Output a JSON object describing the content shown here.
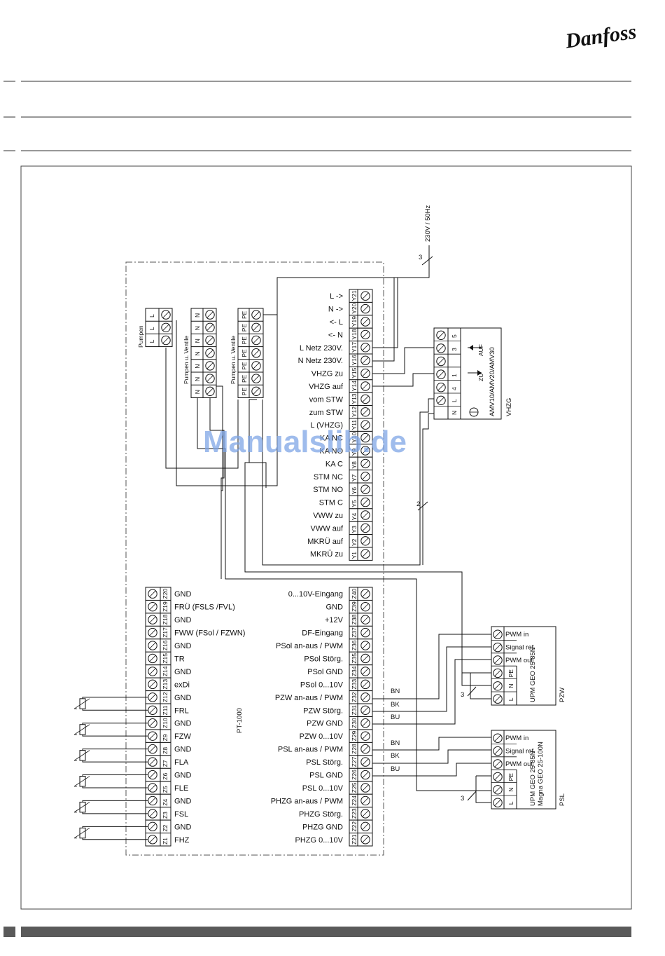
{
  "brand": {
    "logo_text": "Danfoss"
  },
  "watermark": "Manualslib.de",
  "supply": {
    "label": "230V / 50Hz",
    "count": "3"
  },
  "pt1000_label": "PT-1000",
  "mid_cable_count": "2",
  "colors": {
    "frame": "#444444",
    "line": "#111111",
    "footer_bar": "#5a5a5a",
    "watermark": "#7fa6e6"
  },
  "pump_blocks": [
    {
      "title": "Pumpen",
      "terminals": [
        "L",
        "L",
        "L"
      ]
    },
    {
      "title": "Pumpen u. Ventile",
      "terminals": [
        "N",
        "N",
        "N",
        "N",
        "N",
        "N",
        "N"
      ]
    },
    {
      "title": "Pumpen u. Ventile",
      "terminals": [
        "PE",
        "PE",
        "PE",
        "PE",
        "PE",
        "PE",
        "PE"
      ]
    }
  ],
  "y_terminals": [
    {
      "id": "Y21",
      "label": "L ->"
    },
    {
      "id": "Y20",
      "label": "N ->"
    },
    {
      "id": "Y19",
      "label": "<- L"
    },
    {
      "id": "Y18",
      "label": "<- N"
    },
    {
      "id": "Y17",
      "label": "L Netz 230V."
    },
    {
      "id": "Y16",
      "label": "N Netz 230V."
    },
    {
      "id": "Y15",
      "label": "VHZG zu"
    },
    {
      "id": "Y14",
      "label": "VHZG auf"
    },
    {
      "id": "Y13",
      "label": "vom STW"
    },
    {
      "id": "Y12",
      "label": "zum STW"
    },
    {
      "id": "Y11",
      "label": "L (VHZG)"
    },
    {
      "id": "Y10",
      "label": "KA NC"
    },
    {
      "id": "Y9",
      "label": "KA NO"
    },
    {
      "id": "Y8",
      "label": "KA C"
    },
    {
      "id": "Y7",
      "label": "STM NC"
    },
    {
      "id": "Y6",
      "label": "STM NO"
    },
    {
      "id": "Y5",
      "label": "STM C"
    },
    {
      "id": "Y4",
      "label": "VWW zu"
    },
    {
      "id": "Y3",
      "label": "VWW auf"
    },
    {
      "id": "Y2",
      "label": "MKRÜ auf"
    },
    {
      "id": "Y1",
      "label": "MKRÜ zu"
    }
  ],
  "z_left_terminals": [
    {
      "id": "Z20",
      "label": "GND"
    },
    {
      "id": "Z19",
      "label": "FRÜ (FSLS /FVL)"
    },
    {
      "id": "Z18",
      "label": "GND"
    },
    {
      "id": "Z17",
      "label": "FWW (FSol / FZWN)"
    },
    {
      "id": "Z16",
      "label": "GND"
    },
    {
      "id": "Z15",
      "label": "TR"
    },
    {
      "id": "Z14",
      "label": "GND"
    },
    {
      "id": "Z13",
      "label": "exDi"
    },
    {
      "id": "Z12",
      "label": "GND"
    },
    {
      "id": "Z11",
      "label": "FRL"
    },
    {
      "id": "Z10",
      "label": "GND"
    },
    {
      "id": "Z9",
      "label": "FZW"
    },
    {
      "id": "Z8",
      "label": "GND"
    },
    {
      "id": "Z7",
      "label": "FLA"
    },
    {
      "id": "Z6",
      "label": "GND"
    },
    {
      "id": "Z5",
      "label": "FLE"
    },
    {
      "id": "Z4",
      "label": "GND"
    },
    {
      "id": "Z3",
      "label": "FSL"
    },
    {
      "id": "Z2",
      "label": "GND"
    },
    {
      "id": "Z1",
      "label": "FHZ"
    }
  ],
  "z_right_terminals": [
    {
      "id": "Z40",
      "label": "0...10V-Eingang"
    },
    {
      "id": "Z39",
      "label": "GND"
    },
    {
      "id": "Z38",
      "label": "+12V"
    },
    {
      "id": "Z37",
      "label": "DF-Eingang"
    },
    {
      "id": "Z36",
      "label": "PSol an-aus / PWM"
    },
    {
      "id": "Z35",
      "label": "PSol Störg."
    },
    {
      "id": "Z34",
      "label": "PSol GND"
    },
    {
      "id": "Z33",
      "label": "PSol 0...10V"
    },
    {
      "id": "Z32",
      "label": "PZW an-aus / PWM"
    },
    {
      "id": "Z31",
      "label": "PZW Störg."
    },
    {
      "id": "Z30",
      "label": "PZW GND"
    },
    {
      "id": "Z29",
      "label": "PZW 0...10V"
    },
    {
      "id": "Z28",
      "label": "PSL an-aus / PWM"
    },
    {
      "id": "Z27",
      "label": "PSL Störg."
    },
    {
      "id": "Z26",
      "label": "PSL GND"
    },
    {
      "id": "Z25",
      "label": "PSL 0...10V"
    },
    {
      "id": "Z24",
      "label": "PHZG an-aus / PWM"
    },
    {
      "id": "Z23",
      "label": "PHZG Störg."
    },
    {
      "id": "Z22",
      "label": "PHZG GND"
    },
    {
      "id": "Z21",
      "label": "PHZG 0...10V"
    }
  ],
  "wire_colors_pzw": [
    "BN",
    "BK",
    "BU"
  ],
  "wire_colors_psl": [
    "BN",
    "BK",
    "BU"
  ],
  "vhzg": {
    "model": "AMV10/AMV20/AMV30",
    "name": "VHZG",
    "nums": [
      "5",
      "3",
      "1",
      "4"
    ],
    "letters": [
      "N",
      "L"
    ],
    "auf": "AUF",
    "zu": "ZU"
  },
  "pzw": {
    "model": "UPM GEO 25-85N",
    "name": "PZW",
    "signals": [
      "PWM in",
      "Signal ref.",
      "PWM out"
    ],
    "power": [
      "PE",
      "N",
      "L"
    ],
    "count": "3"
  },
  "psl": {
    "model_line1": "UPM GEO 25-85N",
    "model_line2": "Magna GEO 25-100N",
    "name": "PSL",
    "signals": [
      "PWM in",
      "Signal ref.",
      "PWM out"
    ],
    "power": [
      "PE",
      "N",
      "L"
    ],
    "count": "3"
  }
}
